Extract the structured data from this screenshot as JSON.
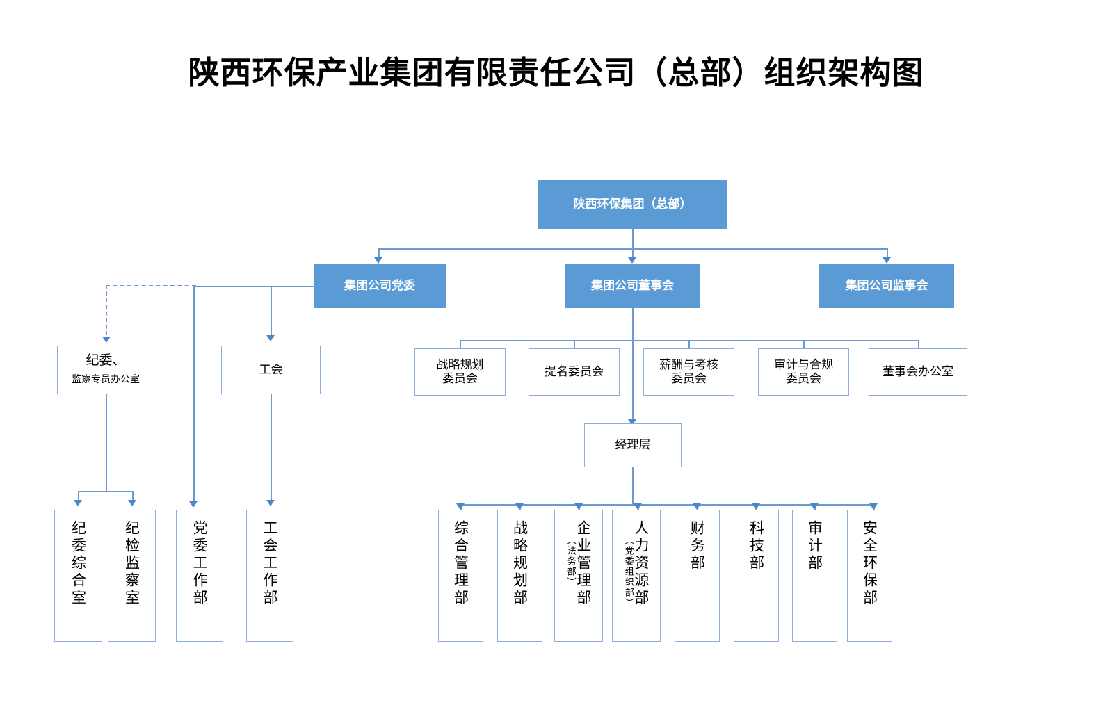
{
  "title": "陕西环保产业集团有限责任公司（总部）组织架构图",
  "colors": {
    "accent_blue": "#5B9BD5",
    "box_border": "#8FAADC",
    "connector": "#6C9BD2",
    "arrow": "#4A86C8",
    "background": "#FFFFFF",
    "text_dark": "#000000",
    "text_on_blue": "#FFFFFF"
  },
  "chart_data": {
    "type": "diagram",
    "diagram_type": "organization-chart",
    "title": "陕西环保产业集团有限责任公司（总部）组织架构图",
    "root": "陕西环保集团（总部）",
    "edges": [
      {
        "from": "陕西环保集团（总部）",
        "to": "集团公司党委",
        "style": "solid"
      },
      {
        "from": "陕西环保集团（总部）",
        "to": "集团公司董事会",
        "style": "solid"
      },
      {
        "from": "陕西环保集团（总部）",
        "to": "集团公司监事会",
        "style": "solid"
      },
      {
        "from": "集团公司党委",
        "to": "纪委、监察专员办公室",
        "style": "dashed"
      },
      {
        "from": "集团公司党委",
        "to": "工会",
        "style": "solid"
      },
      {
        "from": "集团公司党委",
        "to": "党委工作部",
        "style": "solid"
      },
      {
        "from": "纪委、监察专员办公室",
        "to": "纪委综合室",
        "style": "solid"
      },
      {
        "from": "纪委、监察专员办公室",
        "to": "纪检监察室",
        "style": "solid"
      },
      {
        "from": "工会",
        "to": "工会工作部",
        "style": "solid"
      },
      {
        "from": "集团公司董事会",
        "to": "战略规划委员会",
        "style": "solid"
      },
      {
        "from": "集团公司董事会",
        "to": "提名委员会",
        "style": "solid"
      },
      {
        "from": "集团公司董事会",
        "to": "薪酬与考核委员会",
        "style": "solid"
      },
      {
        "from": "集团公司董事会",
        "to": "审计与合规委员会",
        "style": "solid"
      },
      {
        "from": "集团公司董事会",
        "to": "董事会办公室",
        "style": "solid"
      },
      {
        "from": "集团公司董事会",
        "to": "经理层",
        "style": "solid"
      },
      {
        "from": "经理层",
        "to": "综合管理部",
        "style": "solid"
      },
      {
        "from": "经理层",
        "to": "战略规划部",
        "style": "solid"
      },
      {
        "from": "经理层",
        "to": "企业管理部（法务部）",
        "style": "solid"
      },
      {
        "from": "经理层",
        "to": "人力资源部（党委组织部）",
        "style": "solid"
      },
      {
        "from": "经理层",
        "to": "财务部",
        "style": "solid"
      },
      {
        "from": "经理层",
        "to": "科技部",
        "style": "solid"
      },
      {
        "from": "经理层",
        "to": "审计部",
        "style": "solid"
      },
      {
        "from": "经理层",
        "to": "安全环保部",
        "style": "solid"
      }
    ]
  },
  "nodes": {
    "root": {
      "label": "陕西环保集团（总部）"
    },
    "party_committee": {
      "label": "集团公司党委"
    },
    "board_of_directors": {
      "label": "集团公司董事会"
    },
    "board_of_supervisors": {
      "label": "集团公司监事会"
    },
    "discipline_office": {
      "line1": "纪委、",
      "line2": "监察专员办公室"
    },
    "labor_union": {
      "label": "工会"
    },
    "management_layer": {
      "label": "经理层"
    }
  },
  "committees": [
    {
      "line1": "战略规划",
      "line2": "委员会"
    },
    {
      "line1": "提名委员会",
      "line2": ""
    },
    {
      "line1": "薪酬与考核",
      "line2": "委员会"
    },
    {
      "line1": "审计与合规",
      "line2": "委员会"
    },
    {
      "line1": "董事会办公室",
      "line2": ""
    }
  ],
  "left_departments": [
    {
      "main": "纪委综合室",
      "sub": ""
    },
    {
      "main": "纪检监察室",
      "sub": ""
    },
    {
      "main": "党委工作部",
      "sub": ""
    },
    {
      "main": "工会工作部",
      "sub": ""
    }
  ],
  "right_departments": [
    {
      "main": "综合管理部",
      "sub": ""
    },
    {
      "main": "战略规划部",
      "sub": ""
    },
    {
      "main": "企业管理部",
      "sub": "（法务部）"
    },
    {
      "main": "人力资源部",
      "sub": "（党委组织部）"
    },
    {
      "main": "财务部",
      "sub": ""
    },
    {
      "main": "科技部",
      "sub": ""
    },
    {
      "main": "审计部",
      "sub": ""
    },
    {
      "main": "安全环保部",
      "sub": ""
    }
  ]
}
